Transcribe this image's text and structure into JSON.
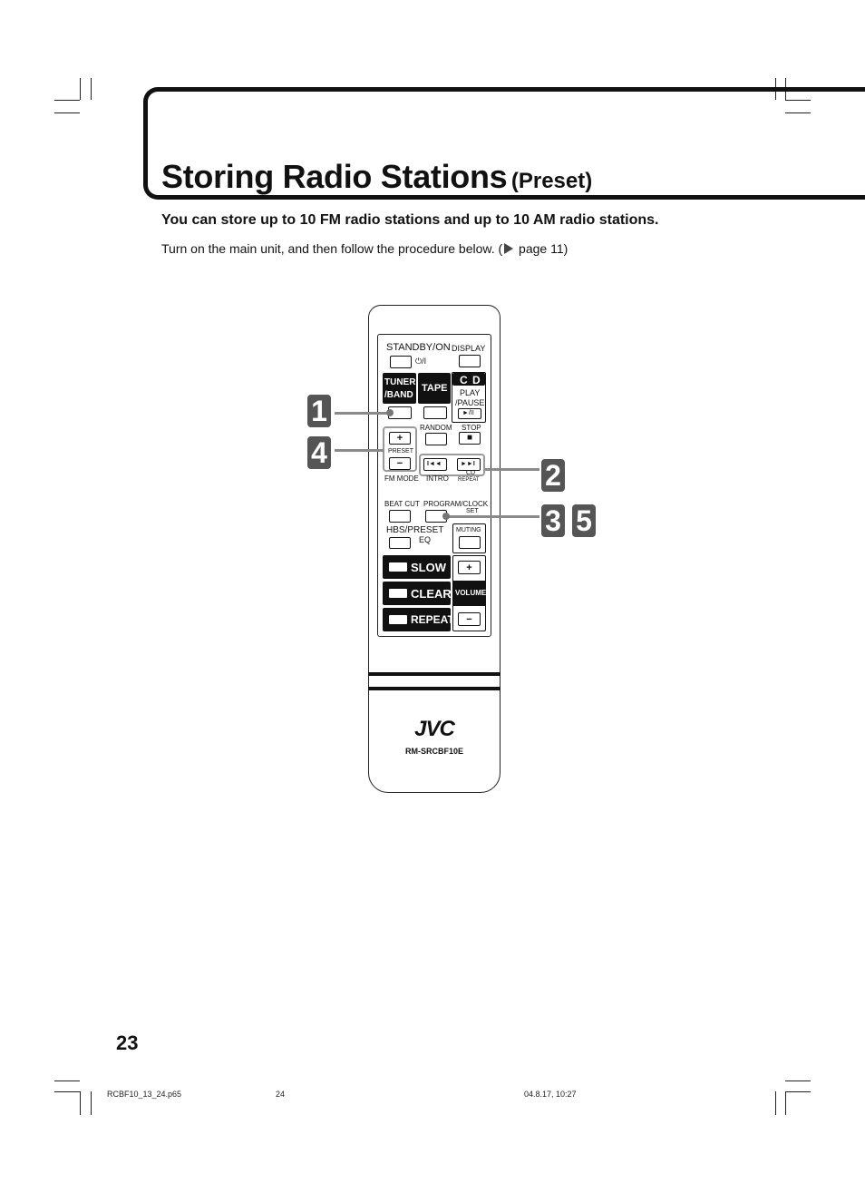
{
  "header": {
    "title": "Storing Radio Stations",
    "subtitle": "(Preset)"
  },
  "intro": {
    "lead": "You can store up to 10 FM radio stations and up to 10 AM radio stations.",
    "text_before": "Turn on the main unit, and then follow the procedure below. (",
    "text_after": " page 11)"
  },
  "remote": {
    "standby_label": "STANDBY/ON",
    "standby_symbol": "⏻/I",
    "display_label": "DISPLAY",
    "tuner_label_1": "TUNER",
    "tuner_label_2": "/BAND",
    "tape_label": "TAPE",
    "cd_label": "C D",
    "play_label": "PLAY",
    "pause_label": "/PAUSE",
    "play_symbol": "►/II",
    "random_label": "RANDOM",
    "stop_label": "STOP",
    "stop_symbol": "■",
    "preset_plus": "+",
    "preset_label": "PRESET",
    "preset_minus": "−",
    "prev_symbol": "I◄◄",
    "next_symbol": "►►I",
    "fm_mode_label": "FM MODE",
    "intro_label": "INTRO",
    "cd_repeat_label_1": "CD",
    "cd_repeat_label_2": "REPEAT",
    "beat_cut_label": "BEAT CUT",
    "program_clock_label": "PROGRAM/CLOCK",
    "set_label": "SET",
    "hbs_label": "HBS/PRESET",
    "eq_label": "EQ",
    "muting_label": "MUTING",
    "slow_label": "SLOW",
    "clear_label": "CLEAR",
    "repeat_label": "REPEAT",
    "volume_plus": "+",
    "volume_label": "VOLUME",
    "volume_minus": "−",
    "brand": "JVC",
    "model": "RM-SRCBF10E"
  },
  "steps": {
    "s1": "1",
    "s2": "2",
    "s3": "3",
    "s4": "4",
    "s5": "5"
  },
  "page_number": "23",
  "footer": {
    "file": "RCBF10_13_24.p65",
    "page": "24",
    "date": "04.8.17, 10:27"
  }
}
